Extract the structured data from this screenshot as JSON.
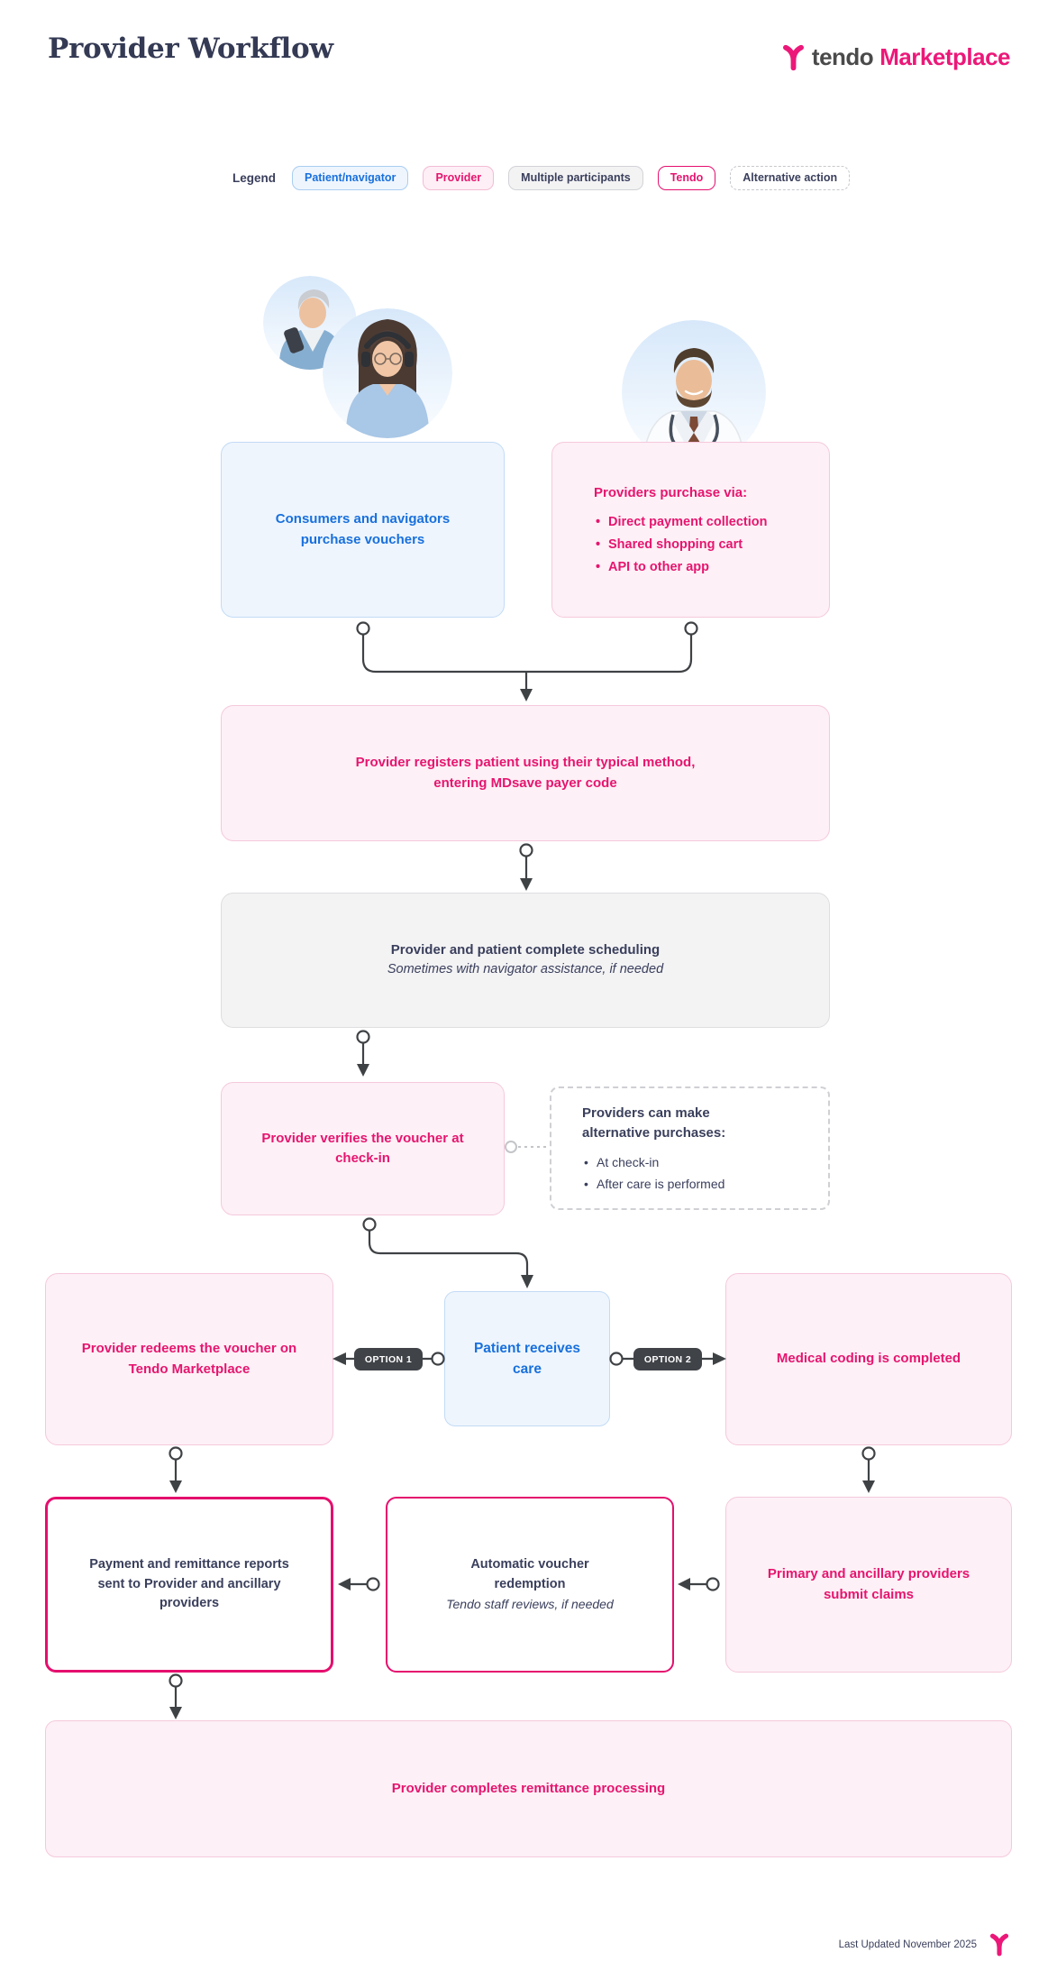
{
  "page": {
    "title": "Provider Workflow"
  },
  "logo": {
    "mark": "tendo-y-mark",
    "brand": "tendo",
    "product": "Marketplace"
  },
  "legend": {
    "label": "Legend",
    "items": [
      {
        "label": "Patient/navigator",
        "type": "patient-navigator"
      },
      {
        "label": "Provider",
        "type": "provider"
      },
      {
        "label": "Multiple participants",
        "type": "multiple-participants"
      },
      {
        "label": "Tendo",
        "type": "tendo"
      },
      {
        "label": "Alternative action",
        "type": "alternative-action"
      }
    ]
  },
  "photos": {
    "left": "patient-and-navigator-photo",
    "right": "provider-doctor-photo"
  },
  "flow": {
    "consumers_box": {
      "text": "Consumers and navigators purchase vouchers"
    },
    "providers_box": {
      "heading": "Providers purchase via:",
      "bullets": [
        "Direct payment collection",
        "Shared shopping cart",
        "API to other app"
      ]
    },
    "register_box": {
      "text": "Provider registers patient using their typical method, entering MDsave payer code"
    },
    "scheduling_box": {
      "text": "Provider and patient complete scheduling",
      "note": "Sometimes with navigator assistance, if needed"
    },
    "verify_box": {
      "text": "Provider verifies the voucher at check-in"
    },
    "alternative_box": {
      "heading": "Providers can make alternative purchases:",
      "bullets": [
        "At check-in",
        "After care is performed"
      ]
    },
    "redeem_box": {
      "text": "Provider redeems the voucher on Tendo Marketplace"
    },
    "care_box": {
      "text": "Patient receives care"
    },
    "coding_box": {
      "text": "Medical coding is completed"
    },
    "option1_label": "OPTION 1",
    "option2_label": "OPTION 2",
    "payment_box": {
      "text": "Payment and remittance reports sent to Provider and ancillary providers"
    },
    "auto_redemption_box": {
      "text": "Automatic voucher redemption",
      "note": "Tendo staff reviews, if needed"
    },
    "claims_box": {
      "text": "Primary and ancillary providers submit claims"
    },
    "remittance_box": {
      "text": "Provider completes remittance processing"
    }
  },
  "footer": {
    "updated": "Last Updated November 2025"
  },
  "colors": {
    "pink_text": "#E6156F",
    "pink_fill": "#FDF0F6",
    "pink_border": "#F5C9DC",
    "pink_strong": "#E50F6E",
    "blue_text": "#1870DD",
    "blue_fill": "#EEF5FD",
    "blue_border": "#C3DBF6",
    "navy_text": "#3A3F5C",
    "gray_fill": "#F3F3F4",
    "connector": "#3F4245",
    "logo_pink": "#EC1879",
    "logo_dark": "#4A4A4B",
    "badge_bg": "#404348"
  }
}
